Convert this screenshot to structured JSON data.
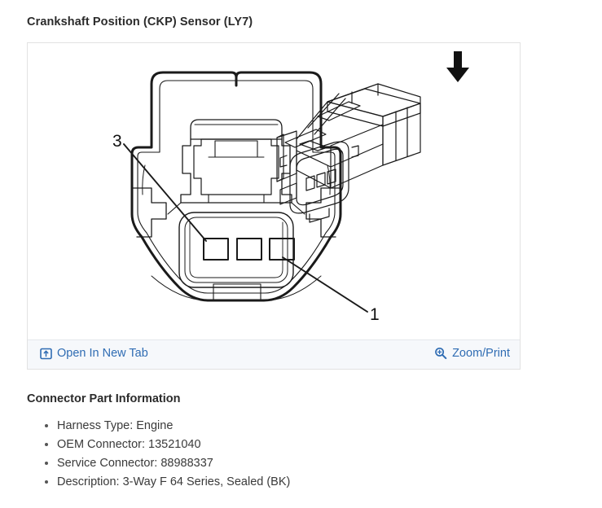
{
  "section": {
    "title": "Crankshaft Position (CKP) Sensor (LY7)"
  },
  "viewer": {
    "toolbar": {
      "open_new_tab_label": "Open In New Tab",
      "open_new_tab_icon": "open-in-new-tab-icon",
      "zoom_print_label": "Zoom/Print",
      "zoom_print_icon": "magnifier-plus-icon"
    },
    "figure": {
      "type": "technical-line-drawing",
      "description": "3-way sealed female connector face view with callouts and isometric view",
      "front_view": {
        "cavity_count": 3,
        "callouts": [
          {
            "label": "3",
            "points_to": "left-cavity"
          },
          {
            "label": "1",
            "points_to": "right-cavity"
          }
        ]
      },
      "iso_view": {
        "arrow_icon": "down-arrow-icon",
        "terminal_slots": 3
      }
    }
  },
  "connector_part_information": {
    "heading": "Connector Part Information",
    "items": [
      "Harness Type: Engine",
      "OEM Connector: 13521040",
      "Service Connector: 88988337",
      "Description: 3-Way F 64 Series, Sealed (BK)"
    ]
  },
  "colors": {
    "link": "#2f6cb3",
    "panel_border": "#e2e2e2",
    "toolbar_bg": "#f6f8fb",
    "text": "#333333",
    "line_art": "#1a1a1a"
  }
}
